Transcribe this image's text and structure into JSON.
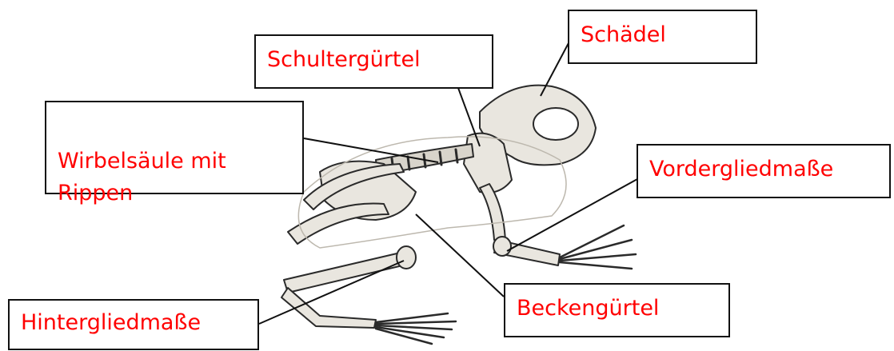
{
  "labels": {
    "schaedel": "Schädel",
    "schultergurtel": "Schultergürtel",
    "wirbelsaeule": "Wirbelsäule mit\nRippen",
    "vordergliedmasse": "Vordergliedmaße",
    "beckengurtel": "Beckengürtel",
    "hintergliedmasse": "Hintergliedmaße"
  },
  "colors": {
    "label_text": "#ff0000",
    "box_border": "#111111",
    "bone": "#e9e6df",
    "bone_outline": "#2a2a2a",
    "leader": "#111111"
  }
}
